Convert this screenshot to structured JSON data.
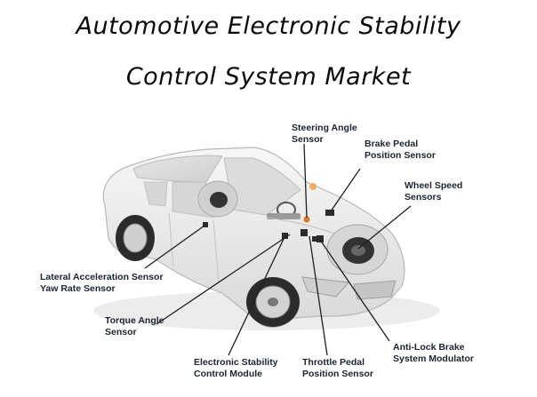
{
  "title": {
    "line1": "Automotive Electronic Stability",
    "line2": "Control System Market"
  },
  "labels": {
    "steering_angle": [
      "Steering Angle",
      "Sensor"
    ],
    "brake_pedal": [
      "Brake Pedal",
      "Position Sensor"
    ],
    "wheel_speed": [
      "Wheel Speed",
      "Sensors"
    ],
    "lateral_accel": [
      "Lateral Acceleration Sensor",
      "Yaw Rate Sensor"
    ],
    "torque_angle": [
      "Torque Angle",
      "Sensor"
    ],
    "esc_module": [
      "Electronic Stability",
      "Control Module"
    ],
    "throttle_pedal": [
      "Throttle Pedal",
      "Position Sensor"
    ],
    "abs_modulator": [
      "Anti-Lock Brake",
      "System Modulator"
    ]
  },
  "colors": {
    "car_body": "#e9e9e9",
    "car_outline": "#b9b9b9",
    "leader_line": "#1f1f1f",
    "sensor_highlight": "#d9782a"
  }
}
